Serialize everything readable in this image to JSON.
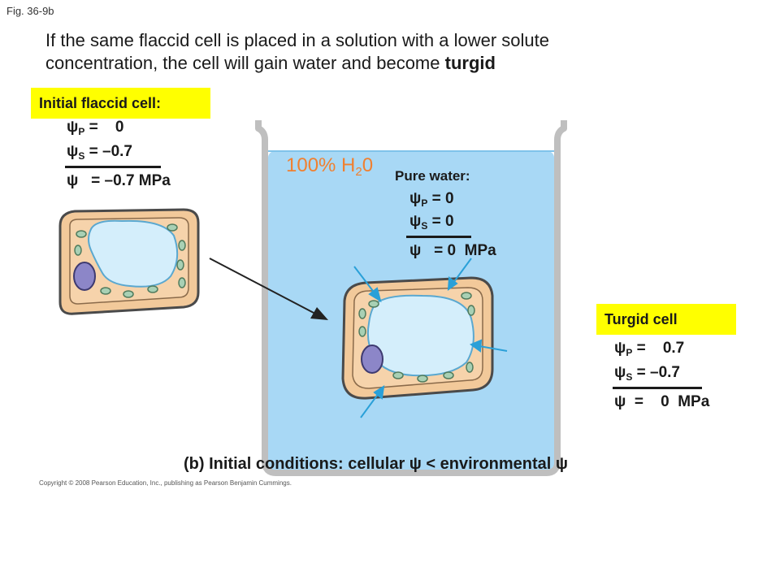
{
  "figure_label": "Fig. 36-9b",
  "headline": {
    "line1": "If the same flaccid cell is placed in a solution with a lower solute",
    "line2_prefix": "concentration, the cell will gain water and become",
    "line2_bold": "turgid"
  },
  "initial_cell": {
    "title": "Initial flaccid cell:",
    "psi_p_label": "ψ",
    "psi_p_sub": "P",
    "psi_p_value": "=    0",
    "psi_s_label": "ψ",
    "psi_s_sub": "S",
    "psi_s_value": "= –0.7",
    "psi_label": "ψ",
    "psi_value": "= –0.7 MPa"
  },
  "beaker": {
    "concentration_prefix": "100% H",
    "concentration_sub": "2",
    "concentration_suffix": "0",
    "water_color": "#a8d8f5"
  },
  "pure_water": {
    "title": "Pure water:",
    "psi_p_label": "ψ",
    "psi_p_sub": "P",
    "psi_p_value": "= 0",
    "psi_s_label": "ψ",
    "psi_s_sub": "S",
    "psi_s_value": "= 0",
    "psi_label": "ψ",
    "psi_value": "= 0  MPa"
  },
  "turgid_cell": {
    "title": "Turgid cell",
    "psi_p_label": "ψ",
    "psi_p_sub": "P",
    "psi_p_value": "=    0.7",
    "psi_s_label": "ψ",
    "psi_s_sub": "S",
    "psi_s_value": "= –0.7",
    "psi_label": "ψ",
    "psi_value": "=    0  MPa"
  },
  "caption": "(b) Initial conditions: cellular ψ < environmental ψ",
  "copyright": "Copyright © 2008 Pearson Education, Inc., publishing as Pearson Benjamin Cummings.",
  "colors": {
    "highlight": "#ffff00",
    "cell_wall": "#f2c99a",
    "vacuole": "#d4eefb",
    "nucleus": "#8c86c8",
    "chloroplast": "#a8d0b4",
    "arrow_blue": "#2aa0d8",
    "h2o_label": "#f08030"
  }
}
